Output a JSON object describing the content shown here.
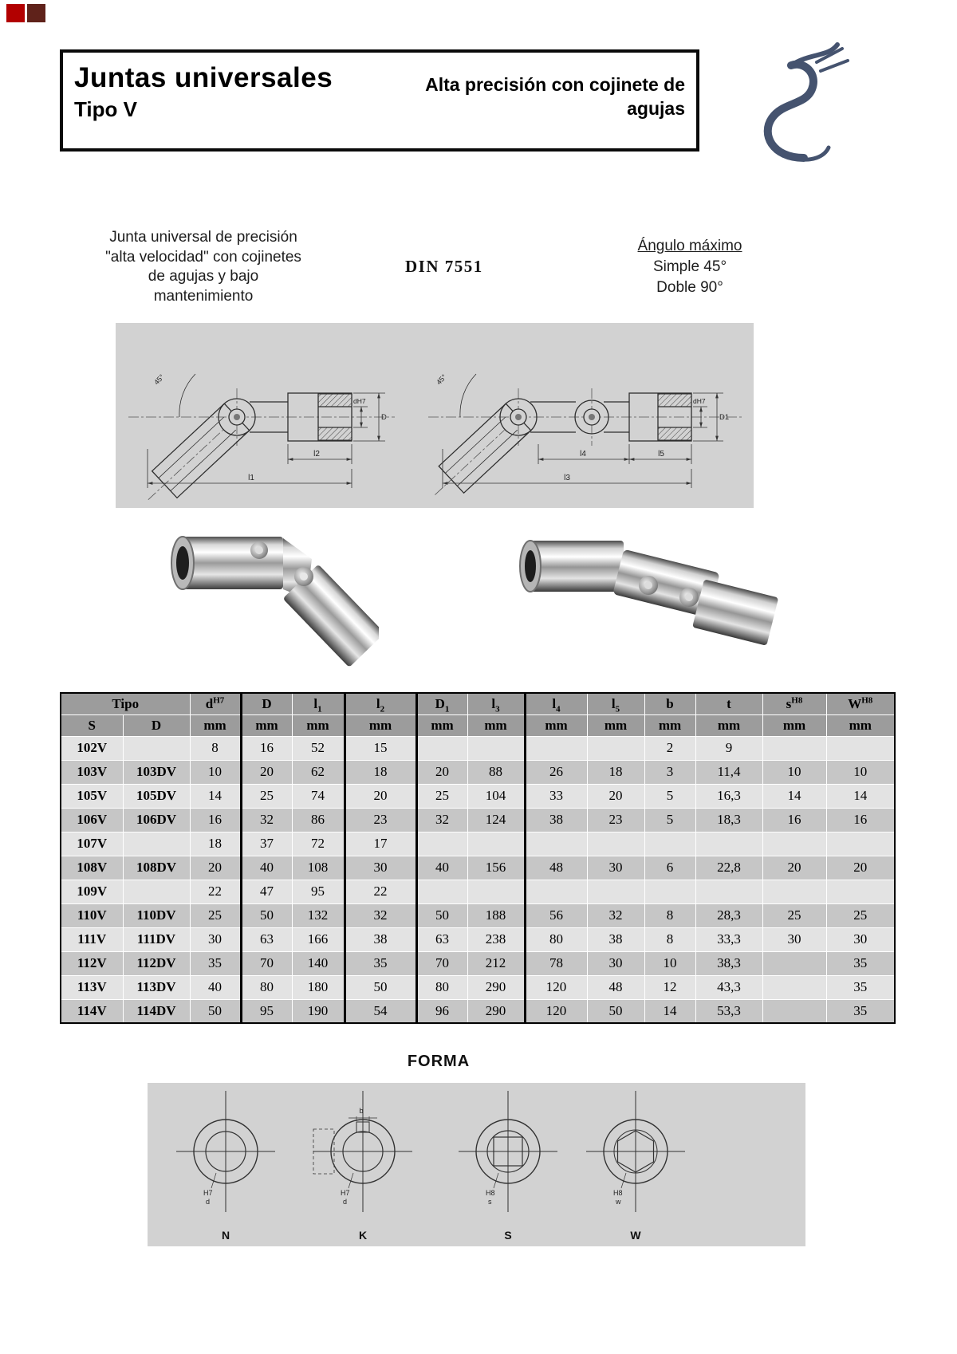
{
  "header": {
    "title": "Juntas universales",
    "subtitle": "Tipo V",
    "tagline": "Alta precisión con cojinete de agujas"
  },
  "intro": {
    "description_lines": [
      "Junta universal de precisión",
      "\"alta velocidad\" con cojinetes",
      "de agujas y bajo",
      "mantenimiento"
    ],
    "standard": "DIN 7551",
    "angle": {
      "title": "Ángulo máximo",
      "simple": "Simple 45°",
      "double": "Doble 90°"
    }
  },
  "drawing": {
    "single": {
      "angle": "45°",
      "bore": "dH7",
      "diameter": "D",
      "l1": "l1",
      "l2": "l2"
    },
    "double": {
      "angle": "45°",
      "bore": "dH7",
      "diameter": "D1",
      "l3": "l3",
      "l4": "l4",
      "l5": "l5"
    }
  },
  "table": {
    "tipo_label": "Tipo",
    "sub_headers": [
      "S",
      "D"
    ],
    "unit": "mm",
    "columns": [
      {
        "base": "d",
        "sup": "H7"
      },
      {
        "base": "D"
      },
      {
        "base": "l",
        "sub": "1"
      },
      {
        "base": "l",
        "sub": "2"
      },
      {
        "base": "D",
        "sub": "1"
      },
      {
        "base": "l",
        "sub": "3"
      },
      {
        "base": "l",
        "sub": "4"
      },
      {
        "base": "l",
        "sub": "5"
      },
      {
        "base": "b"
      },
      {
        "base": "t"
      },
      {
        "base": "s",
        "sup": "H8"
      },
      {
        "base": "W",
        "sup": "H8"
      }
    ],
    "rows": [
      [
        "102V",
        "",
        "8",
        "16",
        "52",
        "15",
        "",
        "",
        "",
        "",
        "2",
        "9",
        "",
        ""
      ],
      [
        "103V",
        "103DV",
        "10",
        "20",
        "62",
        "18",
        "20",
        "88",
        "26",
        "18",
        "3",
        "11,4",
        "10",
        "10"
      ],
      [
        "105V",
        "105DV",
        "14",
        "25",
        "74",
        "20",
        "25",
        "104",
        "33",
        "20",
        "5",
        "16,3",
        "14",
        "14"
      ],
      [
        "106V",
        "106DV",
        "16",
        "32",
        "86",
        "23",
        "32",
        "124",
        "38",
        "23",
        "5",
        "18,3",
        "16",
        "16"
      ],
      [
        "107V",
        "",
        "18",
        "37",
        "72",
        "17",
        "",
        "",
        "",
        "",
        "",
        "",
        "",
        ""
      ],
      [
        "108V",
        "108DV",
        "20",
        "40",
        "108",
        "30",
        "40",
        "156",
        "48",
        "30",
        "6",
        "22,8",
        "20",
        "20"
      ],
      [
        "109V",
        "",
        "22",
        "47",
        "95",
        "22",
        "",
        "",
        "",
        "",
        "",
        "",
        "",
        ""
      ],
      [
        "110V",
        "110DV",
        "25",
        "50",
        "132",
        "32",
        "50",
        "188",
        "56",
        "32",
        "8",
        "28,3",
        "25",
        "25"
      ],
      [
        "111V",
        "111DV",
        "30",
        "63",
        "166",
        "38",
        "63",
        "238",
        "80",
        "38",
        "8",
        "33,3",
        "30",
        "30"
      ],
      [
        "112V",
        "112DV",
        "35",
        "70",
        "140",
        "35",
        "70",
        "212",
        "78",
        "30",
        "10",
        "38,3",
        "",
        "35"
      ],
      [
        "113V",
        "113DV",
        "40",
        "80",
        "180",
        "50",
        "80",
        "290",
        "120",
        "48",
        "12",
        "43,3",
        "",
        "35"
      ],
      [
        "114V",
        "114DV",
        "50",
        "95",
        "190",
        "54",
        "96",
        "290",
        "120",
        "50",
        "14",
        "53,3",
        "",
        "35"
      ]
    ]
  },
  "forma": {
    "title": "FORMA",
    "items": [
      {
        "letter": "N",
        "fit": "H7",
        "dim": "d"
      },
      {
        "letter": "K",
        "key_width": "b",
        "fit": "H7",
        "dim": "d"
      },
      {
        "letter": "S",
        "fit": "H8",
        "dim": "s"
      },
      {
        "letter": "W",
        "fit": "H8",
        "dim": "w"
      }
    ]
  },
  "colors": {
    "corner_square_1": "#b20000",
    "corner_square_2": "#5f221a",
    "panel_gray": "#d2d2d2"
  }
}
